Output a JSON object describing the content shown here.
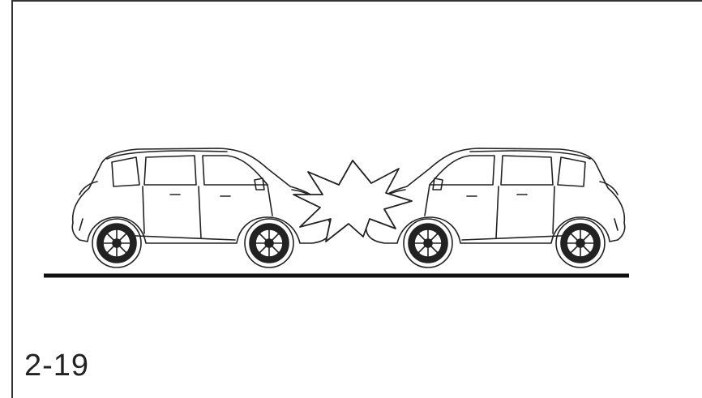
{
  "figure": {
    "label": "2-19",
    "left_vehicle_icon": "suv-facing-right",
    "right_vehicle_icon": "suv-facing-left",
    "impact_icon": "collision-starburst",
    "ground_icon": "ground-line"
  },
  "colors": {
    "line": "#222222",
    "background": "#ffffff"
  }
}
